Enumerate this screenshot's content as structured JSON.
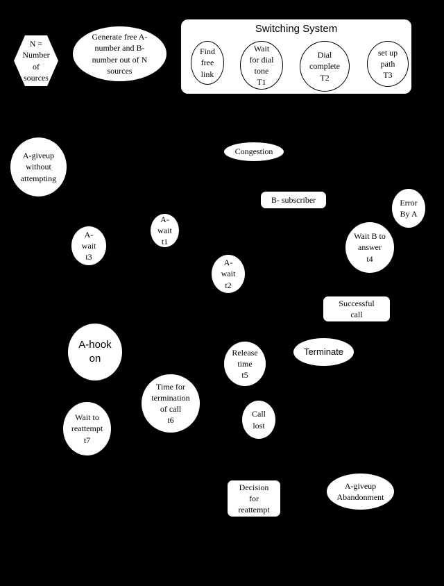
{
  "colors": {
    "background": "#000000",
    "node_fill": "#ffffff",
    "text": "#000000",
    "edge": "#000000"
  },
  "switching_system": {
    "title": "Switching System",
    "find_free_link": "Find\nfree\nlink",
    "wait_dial_tone": "Wait\nfor dial\ntone\nT1",
    "dial_complete": "Dial\ncomplete\nT2",
    "set_up_path": "set up\npath\nT3"
  },
  "nodes": {
    "n_sources": "N =\nNumber\nof\nsources",
    "generate": "Generate free A-\nnumber  and B-\nnumber out of N\nsources",
    "congestion": "Congestion",
    "a_giveup_without": "A-giveup\nwithout\nattempting",
    "b_subscriber": "B- subscriber",
    "error_by_a": "Error\nBy A",
    "a_wait_t1": "A-\nwait\nt1",
    "a_wait_t3": "A-\nwait\nt3",
    "wait_b_answer": "Wait B to\nanswer\nt4",
    "a_wait_t2": "A-\nwait\nt2",
    "successful_call": "Successful\ncall",
    "a_hook_on": "A-hook\non",
    "terminate": "Terminate",
    "release_time": "Release\ntime\nt5",
    "time_termination": "Time for\ntermination\nof call\nt6",
    "wait_reattempt": "Wait to\nreattempt\nt7",
    "call_lost": "Call\nlost",
    "decision_reattempt": "Decision\nfor\nreattempt",
    "a_giveup_abandonment": "A-giveup\nAbandonment"
  }
}
